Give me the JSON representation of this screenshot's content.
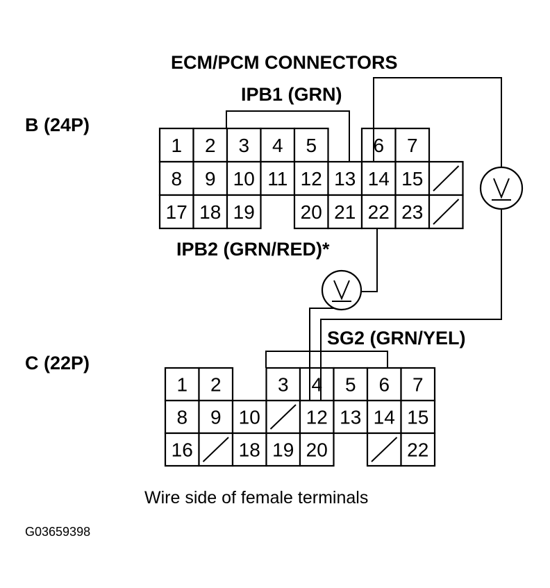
{
  "title": "ECM/PCM CONNECTORS",
  "connector_b": {
    "label": "B (24P)",
    "rows": [
      [
        "1",
        "2",
        "3",
        "4",
        "5",
        null,
        "6",
        "7"
      ],
      [
        "8",
        "9",
        "10",
        "11",
        "12",
        "13",
        "14",
        "15",
        "/"
      ],
      [
        "17",
        "18",
        "19",
        null,
        "20",
        "21",
        "22",
        "23",
        "/"
      ]
    ]
  },
  "connector_c": {
    "label": "C (22P)",
    "rows": [
      [
        "1",
        "2",
        null,
        "3",
        "4",
        "5",
        "6",
        "7"
      ],
      [
        "8",
        "9",
        "10",
        "/",
        "12",
        "13",
        "14",
        "15"
      ],
      [
        "16",
        "/",
        "18",
        "19",
        "20",
        null,
        "/",
        "22"
      ]
    ]
  },
  "wires": {
    "ipb1": "IPB1 (GRN)",
    "ipb2": "IPB2 (GRN/RED)*",
    "sg2": "SG2 (GRN/YEL)"
  },
  "meter_symbol": "V",
  "caption": "Wire side of female terminals",
  "figure_code": "G03659398"
}
